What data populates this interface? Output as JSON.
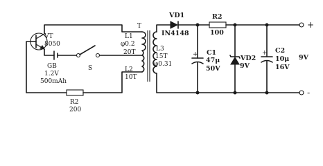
{
  "diagram": {
    "transistor": {
      "ref": "VT",
      "part": "8050"
    },
    "battery": {
      "ref": "GB",
      "voltage": "1.2V",
      "capacity": "500mAh"
    },
    "switch": {
      "ref": "S"
    },
    "resistor_base": {
      "ref": "R2",
      "value": "200"
    },
    "transformer": {
      "ref": "T",
      "l1": {
        "ref": "L1",
        "wire": "φ0.2",
        "turns": "20T"
      },
      "l2": {
        "ref": "L2",
        "turns": "10T"
      },
      "l3": {
        "ref": "L3",
        "turns": "15T",
        "wire": "φ0.31"
      }
    },
    "diode": {
      "ref": "VD1",
      "part": "IN4148"
    },
    "resistor_series": {
      "ref": "R2",
      "value": "100"
    },
    "cap1": {
      "ref": "C1",
      "value": "47μ",
      "voltage": "50V"
    },
    "zener": {
      "ref": "VD2",
      "voltage": "9V"
    },
    "cap2": {
      "ref": "C2",
      "value": "10μ",
      "voltage": "16V"
    },
    "output": {
      "voltage": "9V",
      "plus": "+",
      "minus": "-"
    }
  }
}
